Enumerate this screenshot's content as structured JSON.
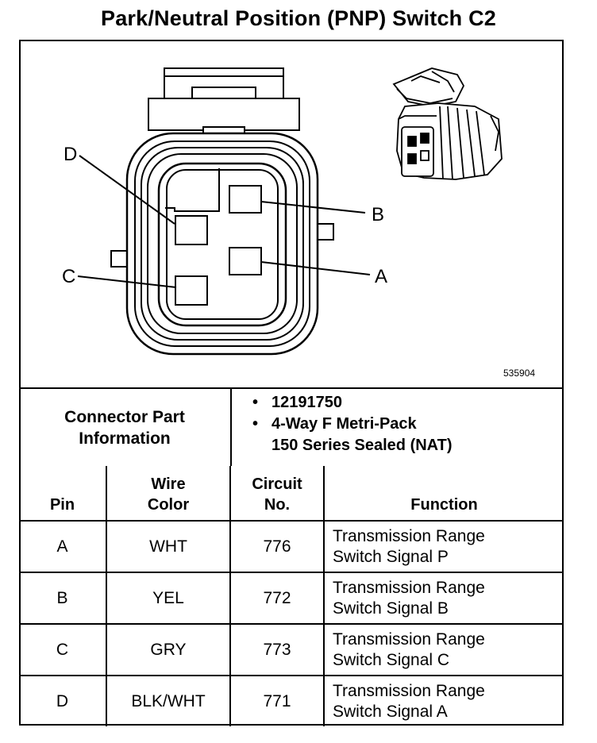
{
  "title": "Park/Neutral Position (PNP) Switch C2",
  "diagram": {
    "pin_labels": {
      "a": "A",
      "b": "B",
      "c": "C",
      "d": "D"
    },
    "figure_id": "535904"
  },
  "connector_info": {
    "label": [
      "Connector Part",
      "Information"
    ],
    "bullets": [
      [
        "12191750"
      ],
      [
        "4-Way F Metri-Pack",
        "150 Series Sealed (NAT)"
      ]
    ]
  },
  "table": {
    "headers": {
      "pin": [
        "Pin"
      ],
      "wire_color": [
        "Wire",
        "Color"
      ],
      "circuit": [
        "Circuit",
        "No."
      ],
      "function": [
        "Function"
      ]
    },
    "rows": [
      {
        "pin": "A",
        "wire_color": "WHT",
        "circuit": "776",
        "function": [
          "Transmission Range",
          "Switch Signal P"
        ]
      },
      {
        "pin": "B",
        "wire_color": "YEL",
        "circuit": "772",
        "function": [
          "Transmission Range",
          "Switch Signal B"
        ]
      },
      {
        "pin": "C",
        "wire_color": "GRY",
        "circuit": "773",
        "function": [
          "Transmission Range",
          "Switch Signal C"
        ]
      },
      {
        "pin": "D",
        "wire_color": "BLK/WHT",
        "circuit": "771",
        "function": [
          "Transmission Range",
          "Switch Signal A"
        ]
      }
    ]
  }
}
